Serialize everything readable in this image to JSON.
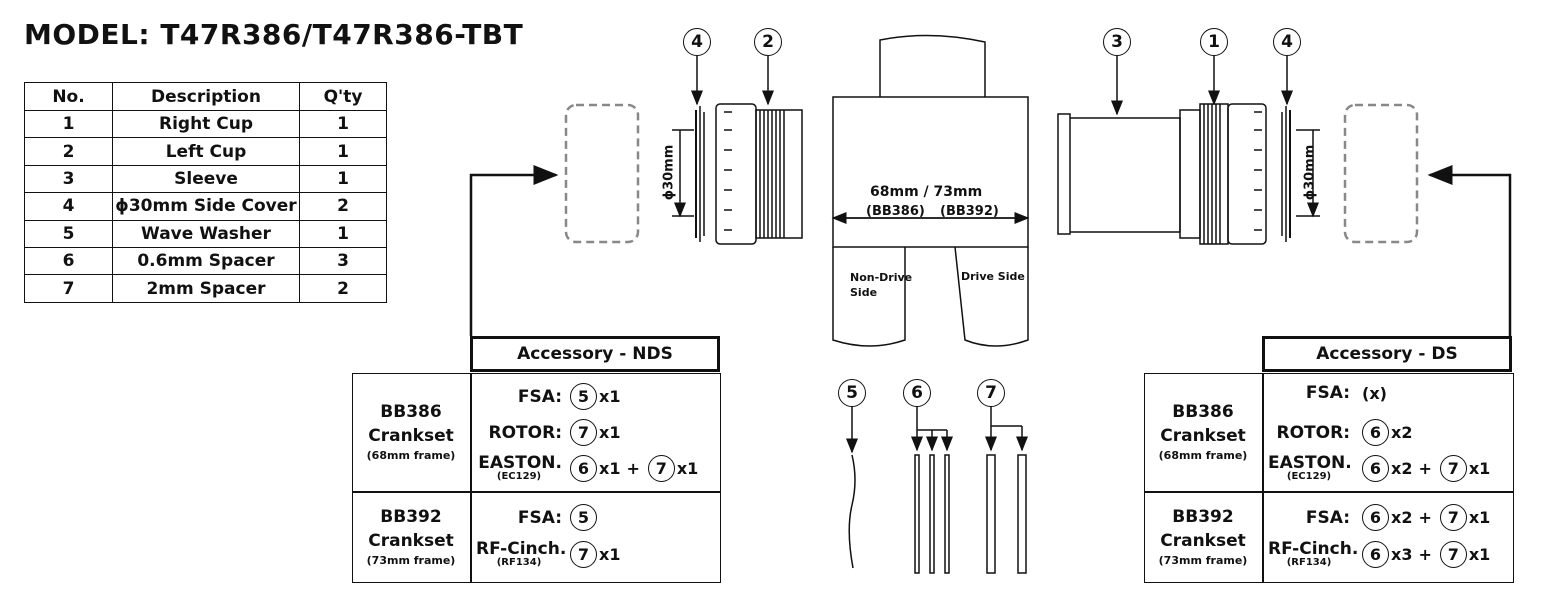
{
  "title": "MODEL: T47R386/T47R386-TBT",
  "parts_table": {
    "headers": [
      "No.",
      "Description",
      "Q'ty"
    ],
    "rows": [
      [
        "1",
        "Right Cup",
        "1"
      ],
      [
        "2",
        "Left Cup",
        "1"
      ],
      [
        "3",
        "Sleeve",
        "1"
      ],
      [
        "4",
        "ϕ30mm Side Cover",
        "2"
      ],
      [
        "5",
        "Wave Washer",
        "1"
      ],
      [
        "6",
        "0.6mm Spacer",
        "3"
      ],
      [
        "7",
        "2mm Spacer",
        "2"
      ]
    ]
  },
  "diagram": {
    "callouts_top": [
      "4",
      "2",
      "3",
      "1",
      "4"
    ],
    "diameter_label": "ϕ30mm",
    "width_label_top": "68mm  /  73mm",
    "width_label_left": "(BB386)",
    "width_label_right": "(BB392)",
    "non_drive_side": [
      "Non-Drive",
      "Side"
    ],
    "drive_side": "Drive Side",
    "callouts_bottom": [
      "5",
      "6",
      "7"
    ]
  },
  "accessory_nds": {
    "title": "Accessory - NDS",
    "groups": [
      {
        "crank": "BB386",
        "crank2": "Crankset",
        "frame": "(68mm frame)",
        "rows": [
          {
            "brand": "FSA:",
            "sub": "",
            "items": [
              {
                "part": "5",
                "qty": "x1"
              }
            ]
          },
          {
            "brand": "ROTOR:",
            "sub": "",
            "items": [
              {
                "part": "7",
                "qty": "x1"
              }
            ]
          },
          {
            "brand": "EASTON.",
            "sub": "(EC129)",
            "items": [
              {
                "part": "6",
                "qty": "x1"
              },
              {
                "part": "7",
                "qty": "x1"
              }
            ]
          }
        ]
      },
      {
        "crank": "BB392",
        "crank2": "Crankset",
        "frame": "(73mm frame)",
        "rows": [
          {
            "brand": "FSA:",
            "sub": "",
            "items": [
              {
                "part": "5",
                "qty": ""
              }
            ]
          },
          {
            "brand": "RF-Cinch.",
            "sub": "(RF134)",
            "items": [
              {
                "part": "7",
                "qty": "x1"
              }
            ]
          }
        ]
      }
    ]
  },
  "accessory_ds": {
    "title": "Accessory - DS",
    "groups": [
      {
        "crank": "BB386",
        "crank2": "Crankset",
        "frame": "(68mm frame)",
        "rows": [
          {
            "brand": "FSA:",
            "sub": "",
            "items": [
              {
                "part": "",
                "qty": "(x)"
              }
            ]
          },
          {
            "brand": "ROTOR:",
            "sub": "",
            "items": [
              {
                "part": "6",
                "qty": "x2"
              }
            ]
          },
          {
            "brand": "EASTON.",
            "sub": "(EC129)",
            "items": [
              {
                "part": "6",
                "qty": "x2"
              },
              {
                "part": "7",
                "qty": "x1"
              }
            ]
          }
        ]
      },
      {
        "crank": "BB392",
        "crank2": "Crankset",
        "frame": "(73mm frame)",
        "rows": [
          {
            "brand": "FSA:",
            "sub": "",
            "items": [
              {
                "part": "6",
                "qty": "x2"
              },
              {
                "part": "7",
                "qty": "x1"
              }
            ]
          },
          {
            "brand": "RF-Cinch.",
            "sub": "(RF134)",
            "items": [
              {
                "part": "6",
                "qty": "x3"
              },
              {
                "part": "7",
                "qty": "x1"
              }
            ]
          }
        ]
      }
    ]
  },
  "plus_sign": "+"
}
